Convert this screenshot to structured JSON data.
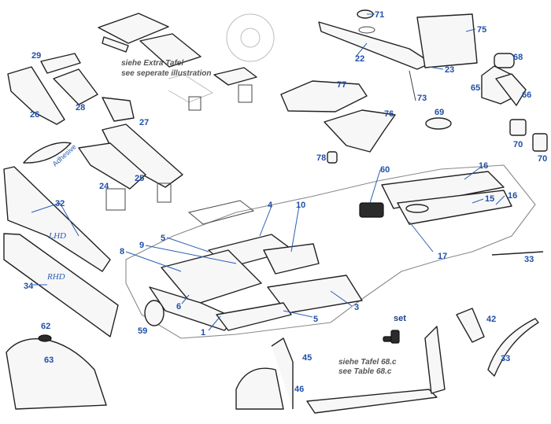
{
  "notes": {
    "extra_de": "siehe Extra Tafel",
    "extra_en": "see seperate illustration",
    "table_de": "siehe Tafel 68.c",
    "table_en": "see Table 68.c"
  },
  "side_labels": {
    "lhd": "LHD",
    "rhd": "RHD",
    "adhesive": "Adhesive",
    "set": "set"
  },
  "callouts": [
    "71",
    "75",
    "22",
    "23",
    "68",
    "65",
    "66",
    "73",
    "77",
    "76",
    "69",
    "70",
    "70",
    "78",
    "29",
    "27",
    "28",
    "26",
    "24",
    "25",
    "32",
    "34",
    "60",
    "16",
    "15",
    "16",
    "17",
    "4",
    "10",
    "5",
    "9",
    "8",
    "6",
    "1",
    "3",
    "5",
    "59",
    "33",
    "42",
    "33",
    "45",
    "46",
    "62",
    "63"
  ]
}
